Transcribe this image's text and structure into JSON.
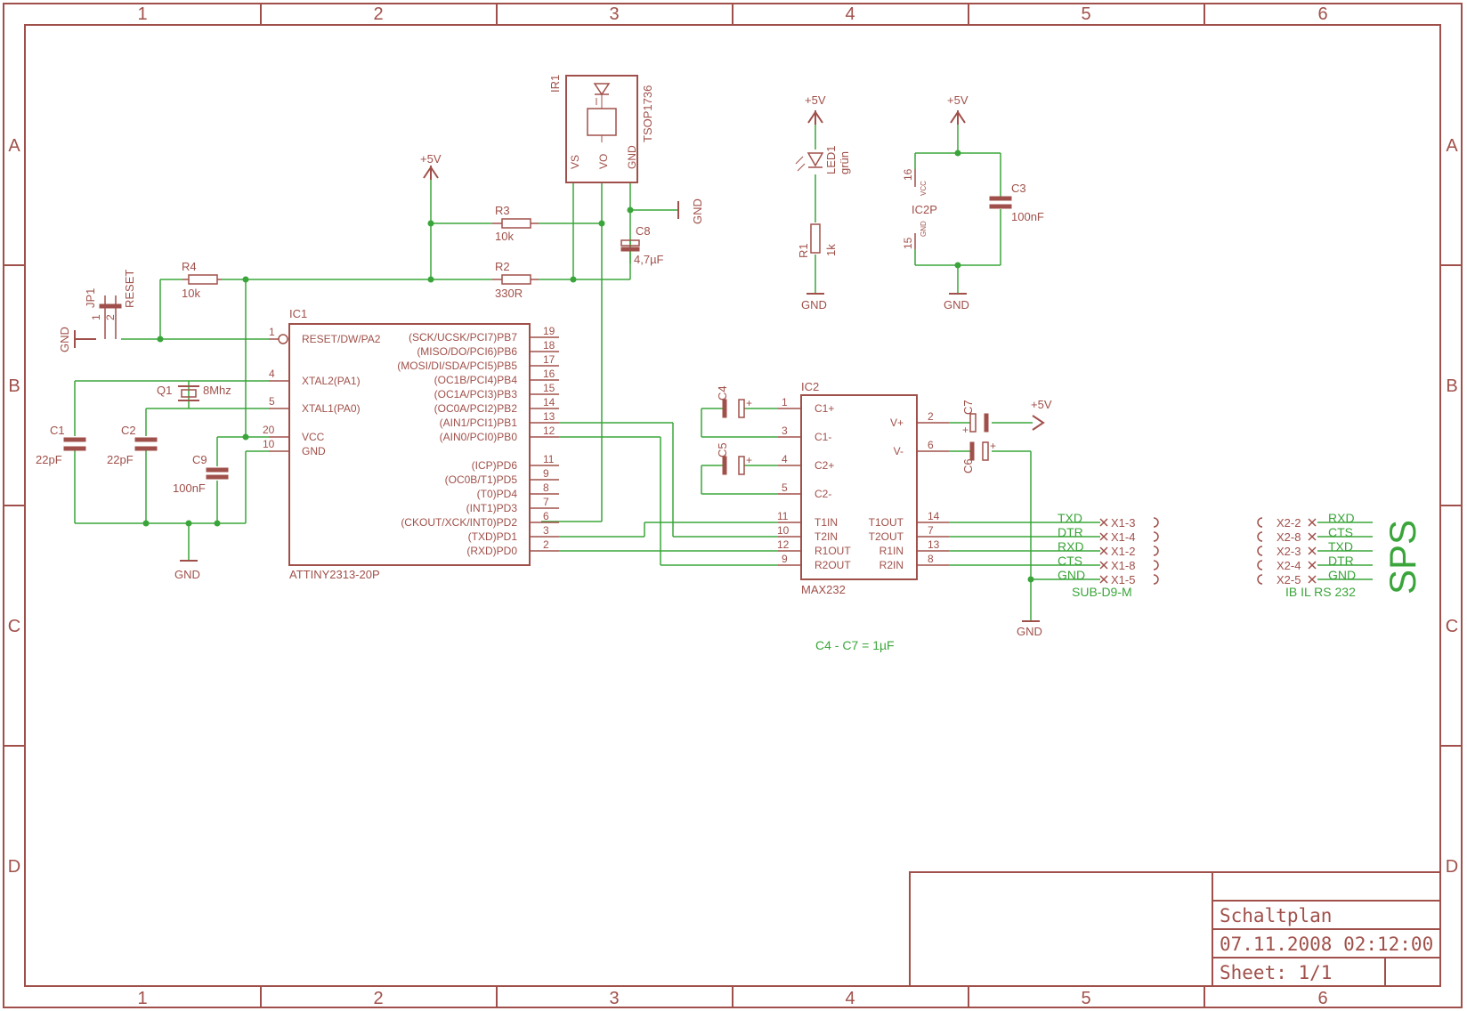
{
  "frame": {
    "columns": [
      "1",
      "2",
      "3",
      "4",
      "5",
      "6"
    ],
    "rows": [
      "A",
      "B",
      "C",
      "D"
    ]
  },
  "title_block": {
    "title": "Schaltplan",
    "datetime": "07.11.2008  02:12:00",
    "sheet": "Sheet: 1/1"
  },
  "ic1": {
    "ref": "IC1",
    "value": "ATTINY2313-20P",
    "left_pins": [
      {
        "num": "1",
        "name": "RESET/DW/PA2"
      },
      {
        "num": "4",
        "name": "XTAL2(PA1)"
      },
      {
        "num": "5",
        "name": "XTAL1(PA0)"
      },
      {
        "num": "20",
        "name": "VCC"
      },
      {
        "num": "10",
        "name": "GND"
      }
    ],
    "right_pins": [
      {
        "num": "19",
        "name": "(SCK/UCSK/PCI7)PB7"
      },
      {
        "num": "18",
        "name": "(MISO/DO/PCI6)PB6"
      },
      {
        "num": "17",
        "name": "(MOSI/DI/SDA/PCI5)PB5"
      },
      {
        "num": "16",
        "name": "(OC1B/PCI4)PB4"
      },
      {
        "num": "15",
        "name": "(OC1A/PCI3)PB3"
      },
      {
        "num": "14",
        "name": "(OC0A/PCI2)PB2"
      },
      {
        "num": "13",
        "name": "(AIN1/PCI1)PB1"
      },
      {
        "num": "12",
        "name": "(AIN0/PCI0)PB0"
      },
      {
        "num": "11",
        "name": "(ICP)PD6"
      },
      {
        "num": "9",
        "name": "(OC0B/T1)PD5"
      },
      {
        "num": "8",
        "name": "(T0)PD4"
      },
      {
        "num": "7",
        "name": "(INT1)PD3"
      },
      {
        "num": "6",
        "name": "(CKOUT/XCK/INT0)PD2"
      },
      {
        "num": "3",
        "name": "(TXD)PD1"
      },
      {
        "num": "2",
        "name": "(RXD)PD0"
      }
    ]
  },
  "ic2": {
    "ref": "IC2",
    "value": "MAX232",
    "left_pins": [
      {
        "num": "1",
        "name": "C1+"
      },
      {
        "num": "3",
        "name": "C1-"
      },
      {
        "num": "4",
        "name": "C2+"
      },
      {
        "num": "5",
        "name": "C2-"
      },
      {
        "num": "11",
        "name": "T1IN"
      },
      {
        "num": "10",
        "name": "T2IN"
      },
      {
        "num": "12",
        "name": "R1OUT"
      },
      {
        "num": "9",
        "name": "R2OUT"
      }
    ],
    "right_pins": [
      {
        "num": "2",
        "name": "V+"
      },
      {
        "num": "6",
        "name": "V-"
      },
      {
        "num": "14",
        "name": "T1OUT"
      },
      {
        "num": "7",
        "name": "T2OUT"
      },
      {
        "num": "13",
        "name": "R1IN"
      },
      {
        "num": "8",
        "name": "R2IN"
      }
    ]
  },
  "ic2p": {
    "ref": "IC2P",
    "vcc_pin": "16",
    "vcc": "VCC",
    "gnd_pin": "15",
    "gnd": "GND"
  },
  "ir1": {
    "ref": "IR1",
    "value": "TSOP1736",
    "pin_vs": "VS",
    "pin_vo": "VO",
    "pin_gnd": "GND"
  },
  "led1": {
    "ref": "LED1",
    "value": "grün"
  },
  "jp1": {
    "ref": "JP1",
    "label": "RESET",
    "pin1": "1",
    "pin2": "2"
  },
  "q1": {
    "ref": "Q1",
    "value": "8Mhz"
  },
  "parts": {
    "r1": {
      "ref": "R1",
      "value": "1k"
    },
    "r2": {
      "ref": "R2",
      "value": "330R"
    },
    "r3": {
      "ref": "R3",
      "value": "10k"
    },
    "r4": {
      "ref": "R4",
      "value": "10k"
    },
    "c1": {
      "ref": "C1",
      "value": "22pF"
    },
    "c2": {
      "ref": "C2",
      "value": "22pF"
    },
    "c3": {
      "ref": "C3",
      "value": "100nF"
    },
    "c4": {
      "ref": "C4"
    },
    "c5": {
      "ref": "C5"
    },
    "c6": {
      "ref": "C6"
    },
    "c7": {
      "ref": "C7"
    },
    "c8": {
      "ref": "C8",
      "value": "4,7µF"
    },
    "c9": {
      "ref": "C9",
      "value": "100nF"
    }
  },
  "power": {
    "vcc": "+5V",
    "gnd": "GND",
    "plus": "+"
  },
  "connector_x1": {
    "name": "SUB-D9-M",
    "pins": [
      {
        "signal": "TXD",
        "pin": "X1-3"
      },
      {
        "signal": "DTR",
        "pin": "X1-4"
      },
      {
        "signal": "RXD",
        "pin": "X1-2"
      },
      {
        "signal": "CTS",
        "pin": "X1-8"
      },
      {
        "signal": "GND",
        "pin": "X1-5"
      }
    ]
  },
  "connector_x2": {
    "name": "IB IL RS 232",
    "pins": [
      {
        "signal": "RXD",
        "pin": "X2-2"
      },
      {
        "signal": "CTS",
        "pin": "X2-8"
      },
      {
        "signal": "TXD",
        "pin": "X2-3"
      },
      {
        "signal": "DTR",
        "pin": "X2-4"
      },
      {
        "signal": "GND",
        "pin": "X2-5"
      }
    ]
  },
  "notes": {
    "caps": "C4 - C7 = 1µF",
    "sps": "SPS"
  },
  "colors": {
    "symbol": "#a0504a",
    "net": "#3aa53a",
    "background": "#ffffff"
  }
}
